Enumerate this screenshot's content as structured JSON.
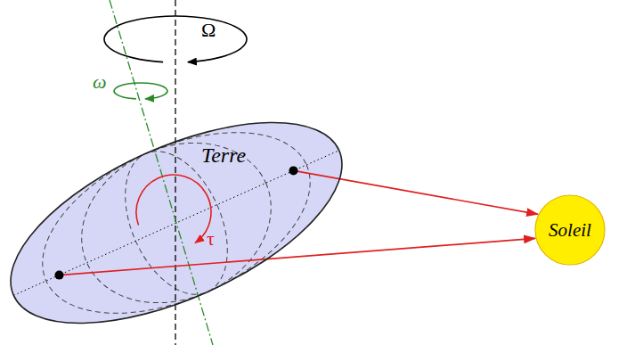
{
  "diagram": {
    "nodes": [
      {
        "text": [
          "Terre"
        ]
      },
      {
        "text": [
          "Soleil"
        ]
      }
    ],
    "edges": [
      {
        "from": 0,
        "to": 1,
        "arrow": "to"
      },
      {
        "from": 0,
        "to": 1,
        "arrow": "to"
      }
    ],
    "labels": [
      "Ω",
      "ω",
      "τ"
    ]
  }
}
